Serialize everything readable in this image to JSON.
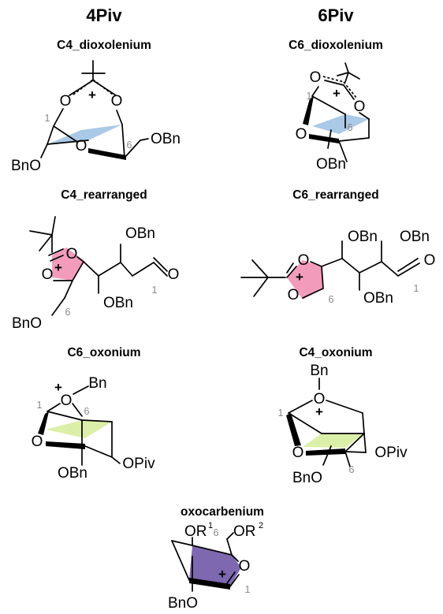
{
  "headers": {
    "left": "4Piv",
    "right": "6Piv"
  },
  "captions": {
    "c4_dioxolenium": "C4_dioxolenium",
    "c6_dioxolenium": "C6_dioxolenium",
    "c4_rearranged": "C4_rearranged",
    "c6_rearranged": "C6_rearranged",
    "c6_oxonium": "C6_oxonium",
    "c4_oxonium": "C4_oxonium",
    "oxocarbenium": "oxocarbenium"
  },
  "atoms": {
    "o": "O",
    "obn": "OBn",
    "bno": "BnO",
    "bn": "Bn",
    "opiv": "OPiv",
    "or": "OR",
    "plus": "+",
    "r1": "1",
    "r2": "2",
    "n1": "1",
    "n6": "6"
  },
  "colors": {
    "blue_plane": "#a9c9e6",
    "pink_ring": "#f39bbb",
    "green_plane": "#dcefa8",
    "purple_ring": "#7e68b0",
    "number_gray": "#888888"
  }
}
